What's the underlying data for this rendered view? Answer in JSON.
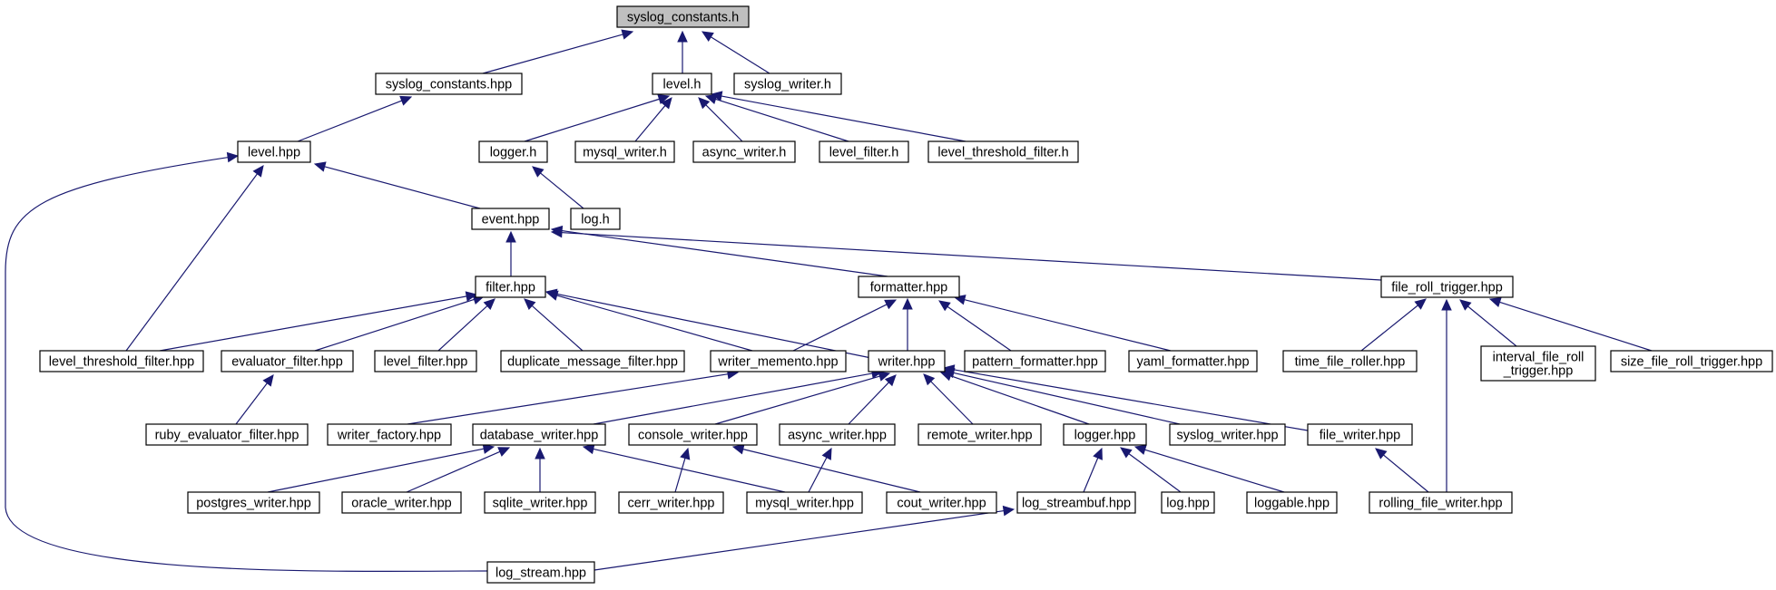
{
  "diagram": {
    "type": "include-dependency-graph",
    "colors": {
      "edge": "#191970",
      "root_fill": "#bfbfbf",
      "node_fill": "#ffffff",
      "node_border": "#000000"
    },
    "nodes": [
      {
        "id": "n0",
        "label": "syslog_constants.h",
        "root": true
      },
      {
        "id": "n1",
        "label": "syslog_constants.hpp"
      },
      {
        "id": "n2",
        "label": "level.h"
      },
      {
        "id": "n3",
        "label": "syslog_writer.h"
      },
      {
        "id": "n4",
        "label": "level.hpp"
      },
      {
        "id": "n5",
        "label": "logger.h"
      },
      {
        "id": "n6",
        "label": "mysql_writer.h"
      },
      {
        "id": "n7",
        "label": "async_writer.h"
      },
      {
        "id": "n8",
        "label": "level_filter.h"
      },
      {
        "id": "n9",
        "label": "level_threshold_filter.h"
      },
      {
        "id": "n10",
        "label": "event.hpp"
      },
      {
        "id": "n11",
        "label": "log.h"
      },
      {
        "id": "n12",
        "label": "filter.hpp"
      },
      {
        "id": "n13",
        "label": "formatter.hpp"
      },
      {
        "id": "n14",
        "label": "file_roll_trigger.hpp"
      },
      {
        "id": "n15",
        "label": "level_threshold_filter.hpp"
      },
      {
        "id": "n16",
        "label": "evaluator_filter.hpp"
      },
      {
        "id": "n17",
        "label": "level_filter.hpp"
      },
      {
        "id": "n18",
        "label": "duplicate_message_filter.hpp"
      },
      {
        "id": "n19",
        "label": "writer_memento.hpp"
      },
      {
        "id": "n20",
        "label": "writer.hpp"
      },
      {
        "id": "n21",
        "label": "pattern_formatter.hpp"
      },
      {
        "id": "n22",
        "label": "yaml_formatter.hpp"
      },
      {
        "id": "n23",
        "label": "time_file_roller.hpp"
      },
      {
        "id": "n24",
        "label": [
          "interval_file_roll",
          "_trigger.hpp"
        ]
      },
      {
        "id": "n25",
        "label": "size_file_roll_trigger.hpp"
      },
      {
        "id": "n26",
        "label": "ruby_evaluator_filter.hpp"
      },
      {
        "id": "n27",
        "label": "writer_factory.hpp"
      },
      {
        "id": "n28",
        "label": "database_writer.hpp"
      },
      {
        "id": "n29",
        "label": "console_writer.hpp"
      },
      {
        "id": "n30",
        "label": "async_writer.hpp"
      },
      {
        "id": "n31",
        "label": "remote_writer.hpp"
      },
      {
        "id": "n32",
        "label": "logger.hpp"
      },
      {
        "id": "n33",
        "label": "syslog_writer.hpp"
      },
      {
        "id": "n34",
        "label": "file_writer.hpp"
      },
      {
        "id": "n35",
        "label": "postgres_writer.hpp"
      },
      {
        "id": "n36",
        "label": "oracle_writer.hpp"
      },
      {
        "id": "n37",
        "label": "sqlite_writer.hpp"
      },
      {
        "id": "n38",
        "label": "cerr_writer.hpp"
      },
      {
        "id": "n39",
        "label": "mysql_writer.hpp"
      },
      {
        "id": "n40",
        "label": "cout_writer.hpp"
      },
      {
        "id": "n41",
        "label": "log_streambuf.hpp"
      },
      {
        "id": "n42",
        "label": "log.hpp"
      },
      {
        "id": "n43",
        "label": "loggable.hpp"
      },
      {
        "id": "n44",
        "label": "rolling_file_writer.hpp"
      },
      {
        "id": "n45",
        "label": "log_stream.hpp"
      }
    ],
    "edges": [
      {
        "from": "n1",
        "to": "n0"
      },
      {
        "from": "n2",
        "to": "n0"
      },
      {
        "from": "n3",
        "to": "n0"
      },
      {
        "from": "n4",
        "to": "n1"
      },
      {
        "from": "n5",
        "to": "n2"
      },
      {
        "from": "n6",
        "to": "n2"
      },
      {
        "from": "n7",
        "to": "n2"
      },
      {
        "from": "n8",
        "to": "n2"
      },
      {
        "from": "n9",
        "to": "n2"
      },
      {
        "from": "n10",
        "to": "n4"
      },
      {
        "from": "n15",
        "to": "n4"
      },
      {
        "from": "n45",
        "to": "n4"
      },
      {
        "from": "n11",
        "to": "n5"
      },
      {
        "from": "n12",
        "to": "n10"
      },
      {
        "from": "n13",
        "to": "n10"
      },
      {
        "from": "n14",
        "to": "n10"
      },
      {
        "from": "n15",
        "to": "n12"
      },
      {
        "from": "n16",
        "to": "n12"
      },
      {
        "from": "n17",
        "to": "n12"
      },
      {
        "from": "n18",
        "to": "n12"
      },
      {
        "from": "n19",
        "to": "n12"
      },
      {
        "from": "n20",
        "to": "n12"
      },
      {
        "from": "n19",
        "to": "n13"
      },
      {
        "from": "n20",
        "to": "n13"
      },
      {
        "from": "n21",
        "to": "n13"
      },
      {
        "from": "n22",
        "to": "n13"
      },
      {
        "from": "n23",
        "to": "n14"
      },
      {
        "from": "n24",
        "to": "n14"
      },
      {
        "from": "n25",
        "to": "n14"
      },
      {
        "from": "n44",
        "to": "n14"
      },
      {
        "from": "n26",
        "to": "n16"
      },
      {
        "from": "n27",
        "to": "n19"
      },
      {
        "from": "n28",
        "to": "n20"
      },
      {
        "from": "n29",
        "to": "n20"
      },
      {
        "from": "n30",
        "to": "n20"
      },
      {
        "from": "n31",
        "to": "n20"
      },
      {
        "from": "n32",
        "to": "n20"
      },
      {
        "from": "n33",
        "to": "n20"
      },
      {
        "from": "n34",
        "to": "n20"
      },
      {
        "from": "n35",
        "to": "n28"
      },
      {
        "from": "n36",
        "to": "n28"
      },
      {
        "from": "n37",
        "to": "n28"
      },
      {
        "from": "n39",
        "to": "n28"
      },
      {
        "from": "n38",
        "to": "n29"
      },
      {
        "from": "n40",
        "to": "n29"
      },
      {
        "from": "n39",
        "to": "n30"
      },
      {
        "from": "n41",
        "to": "n32"
      },
      {
        "from": "n42",
        "to": "n32"
      },
      {
        "from": "n43",
        "to": "n32"
      },
      {
        "from": "n44",
        "to": "n34"
      },
      {
        "from": "n45",
        "to": "n41"
      }
    ]
  }
}
